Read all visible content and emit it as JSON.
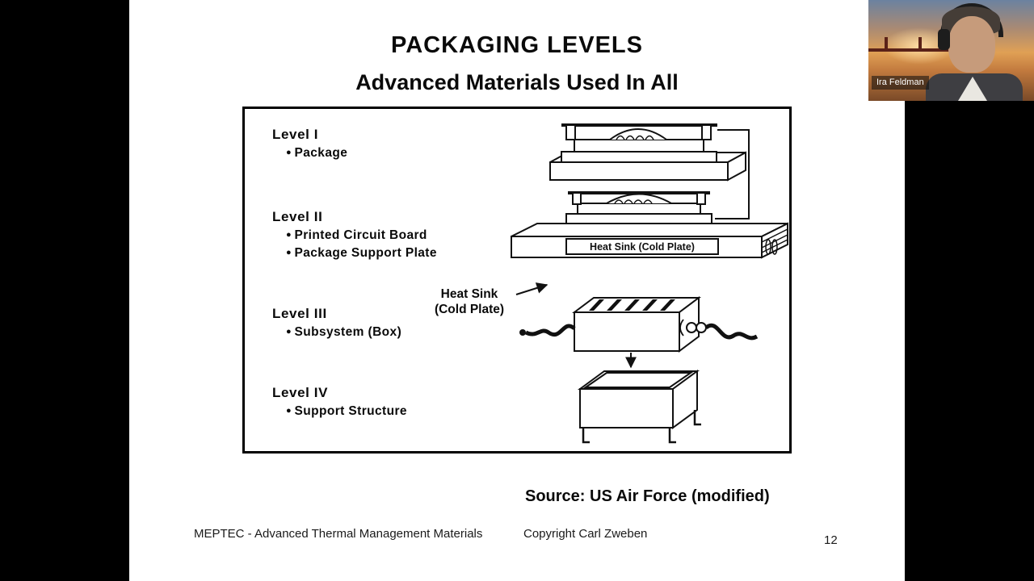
{
  "slide": {
    "title": "PACKAGING LEVELS",
    "subtitle": "Advanced Materials Used In All",
    "diagram": {
      "levels": [
        {
          "name": "Level I",
          "bullets": [
            "Package"
          ]
        },
        {
          "name": "Level II",
          "bullets": [
            "Printed Circuit Board",
            "Package Support Plate"
          ]
        },
        {
          "name": "Level III",
          "bullets": [
            "Subsystem (Box)"
          ]
        },
        {
          "name": "Level IV",
          "bullets": [
            "Support Structure"
          ]
        }
      ],
      "callout": {
        "line1": "Heat Sink",
        "line2": "(Cold Plate)"
      },
      "heat_sink_plate_label": "Heat Sink (Cold Plate)"
    },
    "source": "Source: US Air Force (modified)",
    "footer": {
      "left": "MEPTEC - Advanced Thermal Management Materials",
      "center": "Copyright Carl Zweben",
      "page": "12"
    }
  },
  "webcam": {
    "participant_name": "Ira Feldman"
  }
}
